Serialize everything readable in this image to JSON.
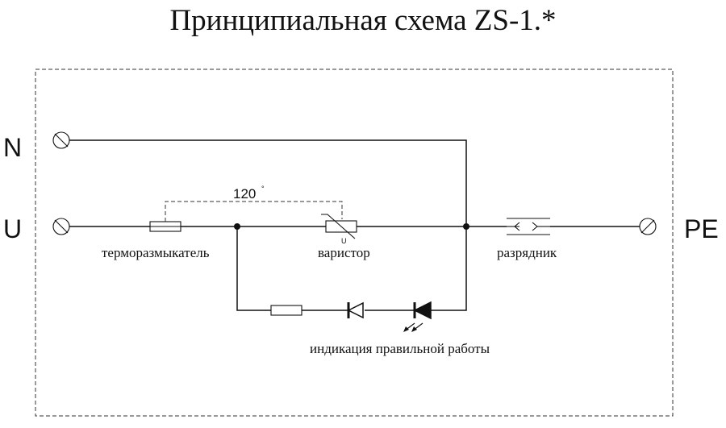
{
  "title": "Принципиальная схема ZS-1.*",
  "terminals": {
    "n": "N",
    "u": "U",
    "pe": "PE"
  },
  "labels": {
    "thermal_fuse": "терморазмыкатель",
    "varistor": "варистор",
    "arrester": "разрядник",
    "indication": "индикация правильной работы",
    "temperature": "120",
    "degree_mark": "°",
    "varistor_mark": "U"
  }
}
